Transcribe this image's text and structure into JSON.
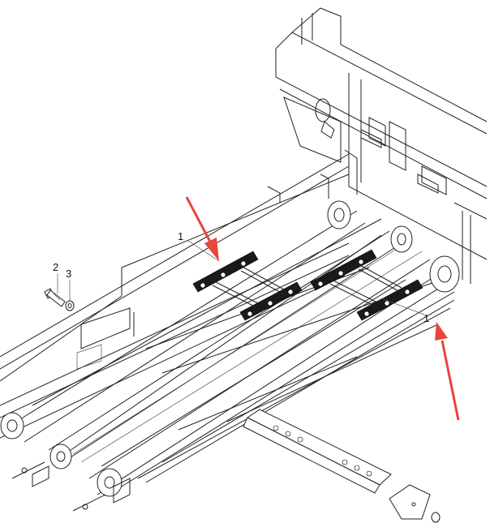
{
  "callouts": {
    "chain_left": "1",
    "chain_right": "1",
    "bolt": "2",
    "washer": "3"
  },
  "colors": {
    "arrow": "#e8453c",
    "line": "#222222",
    "chain": "#1a1a1a"
  }
}
